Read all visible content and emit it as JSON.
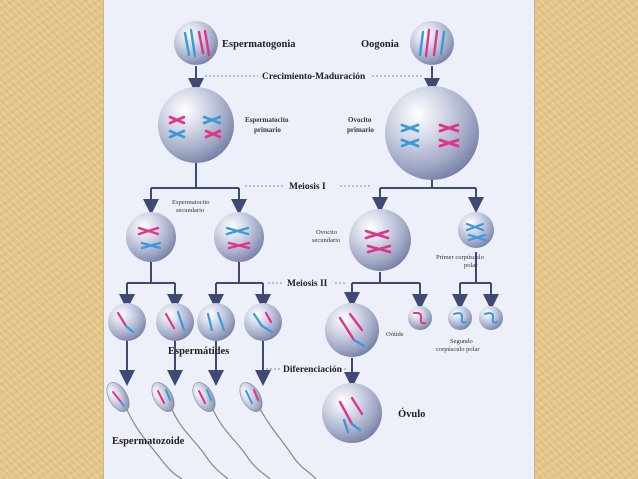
{
  "labels": {
    "espermatogonia": "Espermatogonia",
    "oogonia": "Oogonia",
    "crecimiento": "Crecimiento-Maduración",
    "espermatocito_primario_1": "Espermatocito",
    "espermatocito_primario_2": "primario",
    "ovocito_primario_1": "Ovocito",
    "ovocito_primario_2": "primario",
    "meiosis1": "Meiosis I",
    "espermatocito_secundario_1": "Espermatocito",
    "espermatocito_secundario_2": "secundario",
    "ovocito_secundario_1": "Ovocito",
    "ovocito_secundario_2": "secundario",
    "primer_corpusculo_1": "Primer corpúsculo",
    "primer_corpusculo_2": "polar",
    "meiosis2": "Meiosis II",
    "espermatides": "Espermátides",
    "ootide": "Oótide",
    "segundo_corpusculo_1": "Segundo",
    "segundo_corpusculo_2": "corpúsculo polar",
    "diferenciacion": "Diferenciación",
    "ovulo": "Óvulo",
    "espermatozoide": "Espermatozoide"
  },
  "colors": {
    "panel_background": "#eef0f9",
    "page_background": "#e8c98a",
    "maternal_chromosome": "#e0338a",
    "paternal_chromosome": "#3a9ad9",
    "cell_fill": "#aeb5cf",
    "arrow": "#3c4a74"
  }
}
